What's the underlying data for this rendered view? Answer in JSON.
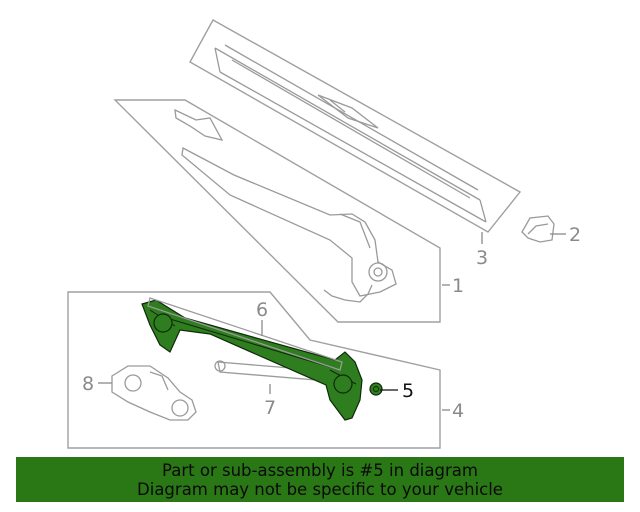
{
  "callouts": [
    {
      "id": "1",
      "label": "1",
      "highlighted": false
    },
    {
      "id": "2",
      "label": "2",
      "highlighted": false
    },
    {
      "id": "3",
      "label": "3",
      "highlighted": false
    },
    {
      "id": "4",
      "label": "4",
      "highlighted": false
    },
    {
      "id": "5",
      "label": "5",
      "highlighted": true
    },
    {
      "id": "6",
      "label": "6",
      "highlighted": false
    },
    {
      "id": "7",
      "label": "7",
      "highlighted": false
    },
    {
      "id": "8",
      "label": "8",
      "highlighted": false
    }
  ],
  "banner": {
    "line1": "Part or sub-assembly is #5 in diagram",
    "line2": "Diagram may not be specific to your vehicle"
  },
  "colors": {
    "highlight_fill": "#2e7d1e",
    "banner_bg": "#2a7716",
    "line_gray": "#9a9a9a"
  }
}
